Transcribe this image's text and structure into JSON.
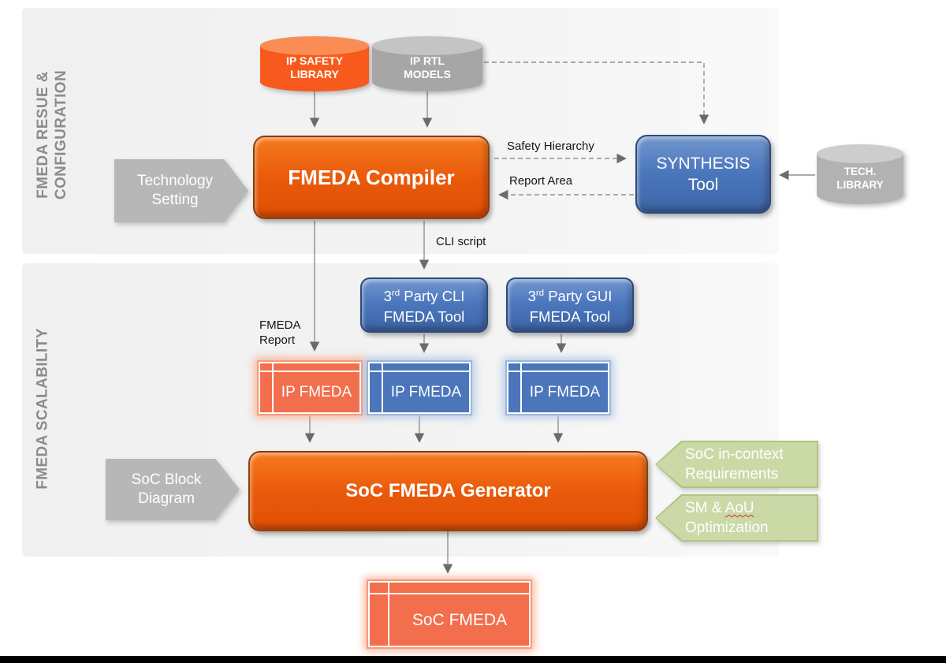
{
  "regions": {
    "reuse_config": {
      "label_line1": "FMEDA RESUE &",
      "label_line2": "CONFIGURATION"
    },
    "scalability": {
      "label": "FMEDA SCALABILITY"
    }
  },
  "nodes": {
    "ip_safety_library": {
      "line1": "IP SAFETY",
      "line2": "LIBRARY"
    },
    "ip_rtl_models": {
      "line1": "IP RTL",
      "line2": "MODELS"
    },
    "tech_library": {
      "line1": "TECH.",
      "line2": "LIBRARY"
    },
    "technology_setting": {
      "line1": "Technology",
      "line2": "Setting"
    },
    "fmeda_compiler": {
      "label": "FMEDA Compiler"
    },
    "synthesis_tool": {
      "line1": "SYNTHESIS",
      "line2": "Tool"
    },
    "cli_tool": {
      "num": "3",
      "sup": "rd",
      "rest": " Party CLI",
      "line2": "FMEDA Tool"
    },
    "gui_tool": {
      "num": "3",
      "sup": "rd",
      "rest": " Party GUI",
      "line2": "FMEDA Tool"
    },
    "ip_fmeda_1": {
      "label": "IP FMEDA"
    },
    "ip_fmeda_2": {
      "label": "IP FMEDA"
    },
    "ip_fmeda_3": {
      "label": "IP FMEDA"
    },
    "soc_block_diagram": {
      "line1": "SoC Block",
      "line2": "Diagram"
    },
    "soc_fmeda_generator": {
      "label": "SoC FMEDA Generator"
    },
    "soc_in_context": {
      "line1": "SoC in-context",
      "line2": "Requirements"
    },
    "sm_aou": {
      "line1_prefix": "SM & ",
      "line1_word": "AoU",
      "line2": "Optimization"
    },
    "soc_fmeda": {
      "label": "SoC FMEDA"
    }
  },
  "edge_labels": {
    "safety_hierarchy": "Safety Hierarchy",
    "report_area": "Report Area",
    "cli_script": "CLI script",
    "fmeda_report_line1": "FMEDA",
    "fmeda_report_line2": "Report"
  },
  "colors": {
    "orange": "#EA5A0B",
    "salmon": "#F26E4C",
    "blue": "#4A76BC",
    "gray": "#B7B7B7",
    "green": "#CBD9A7",
    "line_gray": "#909090"
  }
}
